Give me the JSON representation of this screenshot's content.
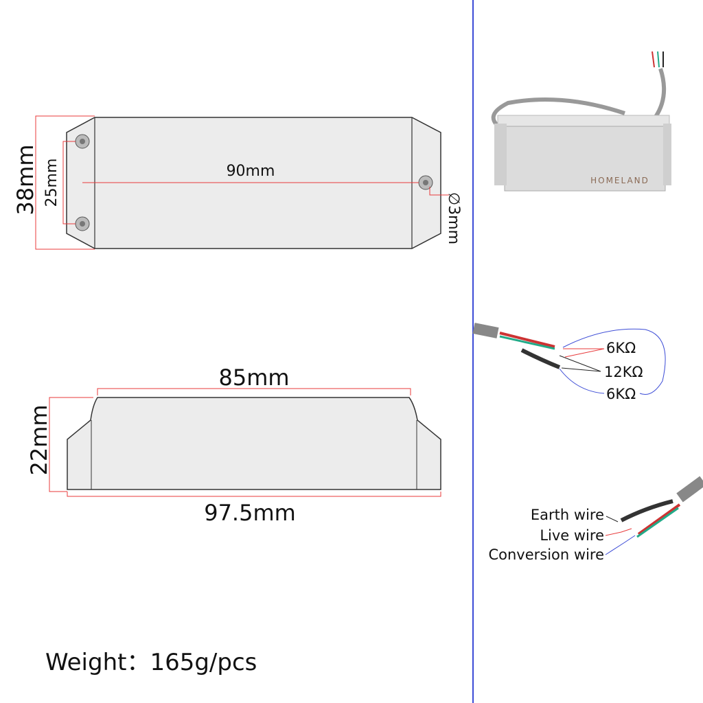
{
  "top_view": {
    "height_label": "38mm",
    "hole_spacing_label": "25mm",
    "length_label": "90mm",
    "hole_diameter_label": "∅3mm"
  },
  "side_view": {
    "top_length_label": "85mm",
    "height_label": "22mm",
    "bottom_length_label": "97.5mm"
  },
  "weight_label": "Weight：165g/pcs",
  "product_photo": {
    "brand": "HOMELAND"
  },
  "resistance": {
    "labels": [
      "6KΩ",
      "12KΩ",
      "6KΩ"
    ]
  },
  "wiring": {
    "labels": [
      "Earth wire",
      "Live wire",
      "Conversion wire"
    ]
  },
  "colors": {
    "dimension": "#e8393a",
    "divider": "#3b4bd6",
    "body_fill": "#ececec",
    "outline": "#333333"
  }
}
